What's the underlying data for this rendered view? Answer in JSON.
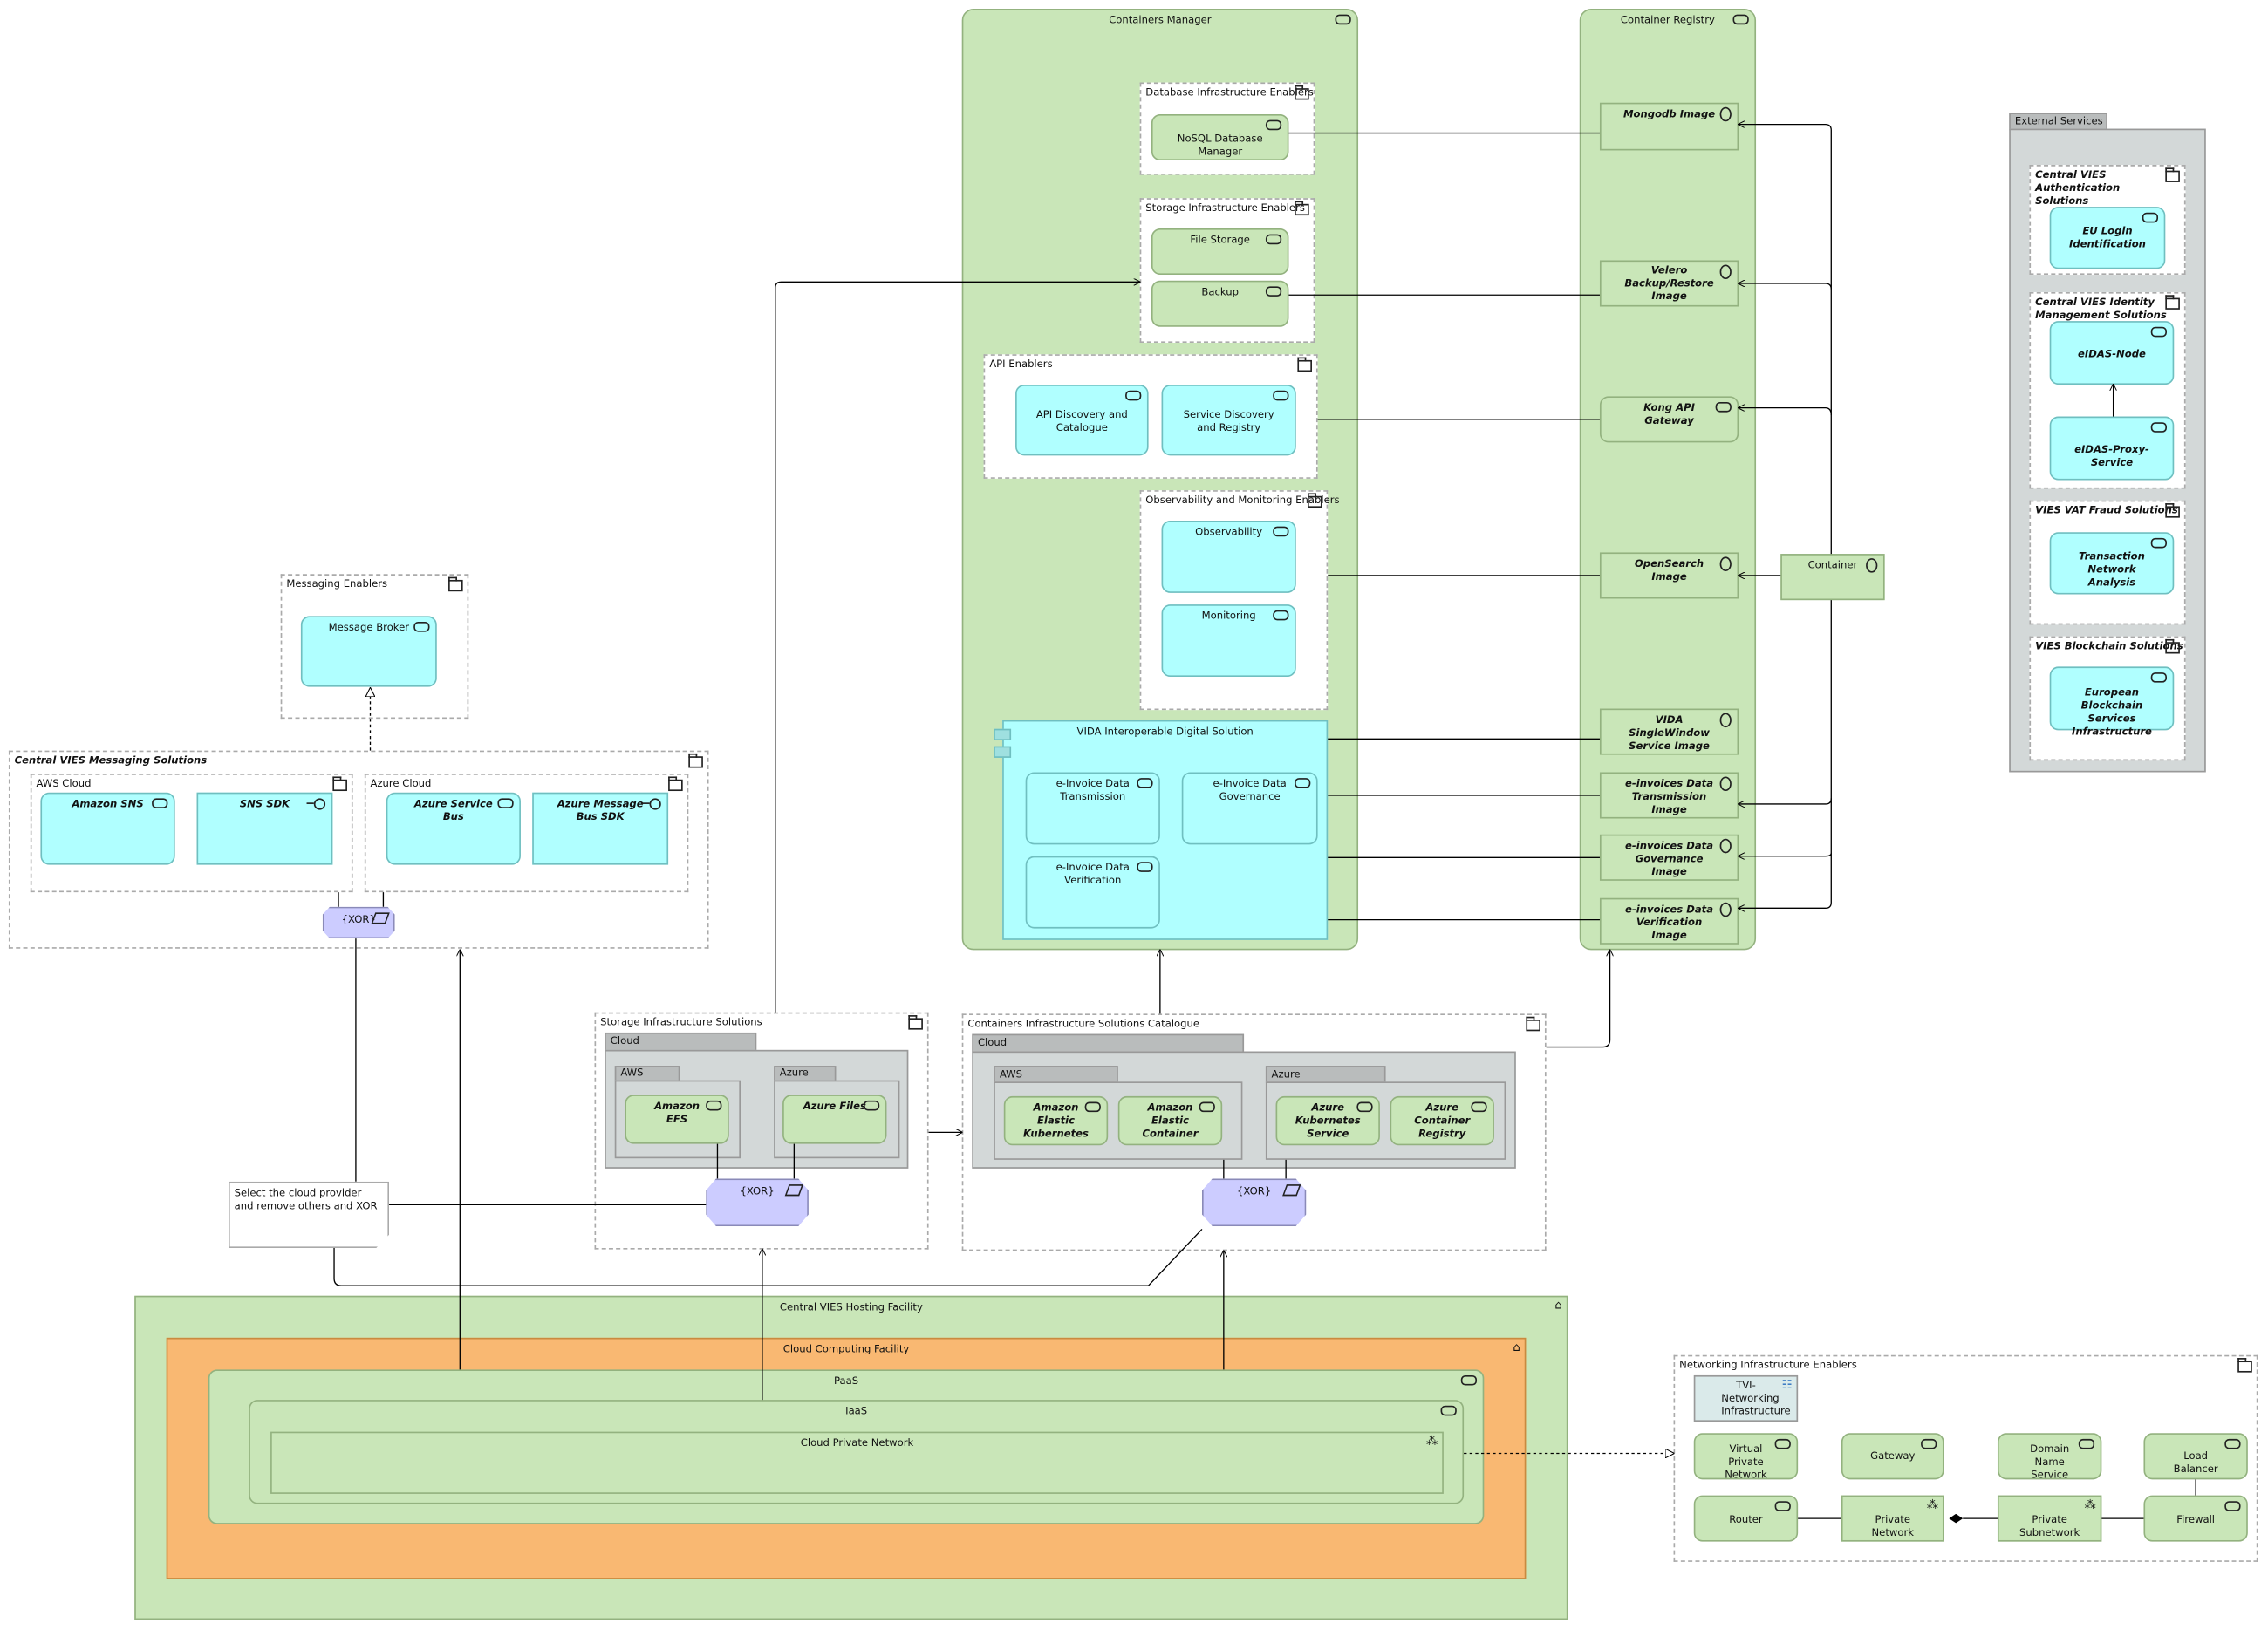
{
  "containers_manager": {
    "title": "Containers Manager",
    "db": {
      "title": "Database Infrastructure Enablers",
      "items": [
        "NoSQL Database Manager"
      ]
    },
    "storage": {
      "title": "Storage Infrastructure Enablers",
      "items": [
        "File Storage",
        "Backup"
      ]
    },
    "api": {
      "title": "API Enablers",
      "items": [
        "API Discovery and Catalogue",
        "Service Discovery and Registry"
      ]
    },
    "obs": {
      "title": "Observability and Monitoring Enablers",
      "items": [
        "Observability",
        "Monitoring"
      ]
    },
    "vida": {
      "title": "VIDA Interoperable Digital Solution",
      "items": [
        "e-Invoice Data Transmission",
        "e-Invoice Data Governance",
        "e-Invoice Data Verification"
      ]
    }
  },
  "container_registry": {
    "title": "Container Registry",
    "items": [
      "Mongodb Image",
      "Velero Backup/Restore Image",
      "Kong API Gateway",
      "OpenSearch Image",
      "VIDA SingleWindow Service Image",
      "e-invoices Data Transmission Image",
      "e-invoices Data Governance Image",
      "e-invoices Data Verification Image"
    ]
  },
  "container": "Container",
  "external": {
    "title": "External Services",
    "groups": [
      {
        "title": "Central VIES Authentication Solutions",
        "items": [
          "EU Login Identification"
        ]
      },
      {
        "title": "Central VIES Identity Management Solutions",
        "items": [
          "eIDAS-Node",
          "eIDAS-Proxy-Service"
        ]
      },
      {
        "title": "VIES VAT Fraud Solutions",
        "items": [
          "Transaction Network Analysis"
        ]
      },
      {
        "title": "VIES Blockchain Solutions",
        "items": [
          "European Blockchain Services Infrastructure"
        ]
      }
    ]
  },
  "messaging_enablers": {
    "title": "Messaging Enablers",
    "items": [
      "Message Broker"
    ]
  },
  "messaging_solutions": {
    "title": "Central VIES Messaging Solutions",
    "aws": {
      "title": "AWS Cloud",
      "items": [
        "Amazon SNS",
        "SNS SDK"
      ]
    },
    "azure": {
      "title": "Azure Cloud",
      "items": [
        "Azure Service Bus",
        "Azure Message Bus SDK"
      ]
    }
  },
  "xor": "{XOR}",
  "note": "Select the cloud provider and remove others and XOR",
  "storage_solutions": {
    "title": "Storage Infrastructure Solutions",
    "cloud": "Cloud",
    "aws": {
      "title": "AWS",
      "items": [
        "Amazon EFS"
      ]
    },
    "azure": {
      "title": "Azure",
      "items": [
        "Azure Files"
      ]
    }
  },
  "containers_catalogue": {
    "title": "Containers Infrastructure Solutions Catalogue",
    "cloud": "Cloud",
    "aws": {
      "title": "AWS",
      "items": [
        "Amazon Elastic Kubernetes",
        "Amazon Elastic Container"
      ]
    },
    "azure": {
      "title": "Azure",
      "items": [
        "Azure Kubernetes Service",
        "Azure Container Registry"
      ]
    }
  },
  "hosting": {
    "title": "Central VIES Hosting Facility",
    "cloud_facility": "Cloud Computing Facility",
    "paas": "PaaS",
    "iaas": "IaaS",
    "private_network": "Cloud Private Network"
  },
  "networking": {
    "title": "Networking Infrastructure Enablers",
    "tvi": "TVI-Networking Infrastructure",
    "items": [
      "Virtual Private Network",
      "Gateway",
      "Domain Name Service",
      "Load Balancer",
      "Router",
      "Private Network",
      "Private Subnetwork",
      "Firewall"
    ]
  },
  "colors": {
    "technology": "#c9e6b8",
    "application": "#b0ffff",
    "grouping_gray": "#d3d8d8",
    "facility_orange": "#f9b872",
    "junction": "#ccccff"
  }
}
